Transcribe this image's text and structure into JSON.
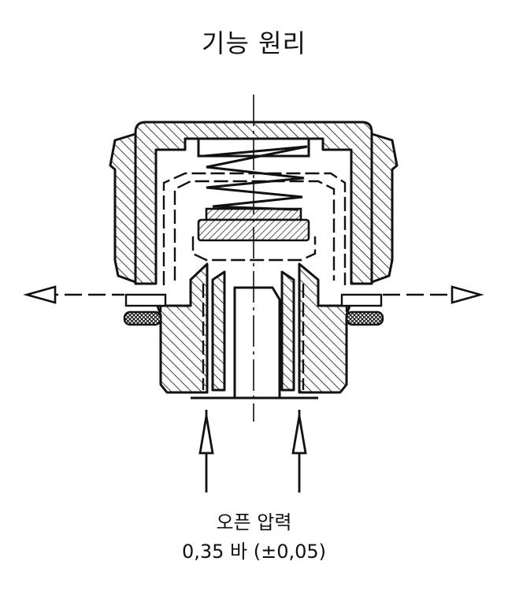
{
  "title": "기능 원리",
  "caption": {
    "line1": "오픈 압력",
    "line2": "0,35 바 (±0,05)"
  },
  "colors": {
    "ink": "#111111",
    "background": "#ffffff"
  }
}
